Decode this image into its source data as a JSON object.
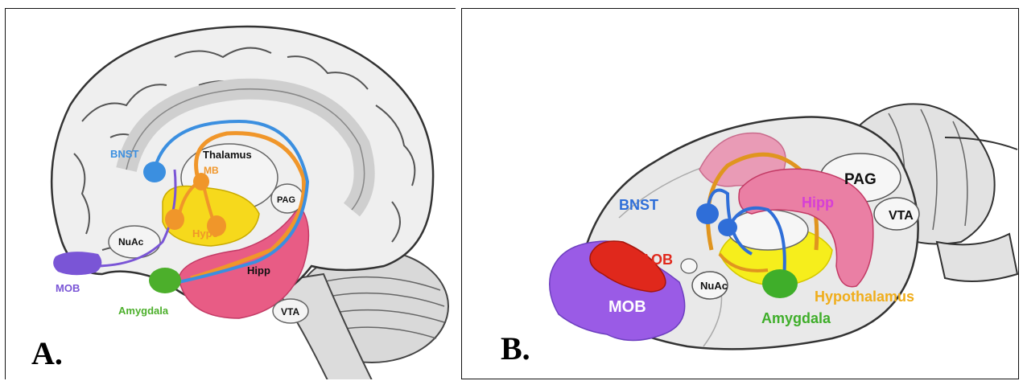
{
  "panel_a": {
    "letter": "A.",
    "labels": {
      "bnst": "BNST",
      "thalamus": "Thalamus",
      "mb": "MB",
      "pag": "PAG",
      "hypo": "Hypo",
      "nuac": "NuAc",
      "mob": "MOB",
      "amygdala": "Amygdala",
      "hipp": "Hipp",
      "vta": "VTA"
    }
  },
  "panel_b": {
    "letter": "B.",
    "labels": {
      "bnst": "BNST",
      "pag": "PAG",
      "hipp": "Hipp",
      "vta": "VTA",
      "aob": "AOB",
      "nuac": "NuAc",
      "mob": "MOB",
      "amygdala": "Amygdala",
      "hypothalamus": "Hypothalamus"
    }
  },
  "colors": {
    "bnst": "#3b8fe0",
    "mb": "#f0962a",
    "hypo": "#f6d91c",
    "amygdala": "#4caf2b",
    "hipp": "#e85c85",
    "mob": "#7a55d6",
    "aob": "#e0281c",
    "brain": "#e9e9e9"
  }
}
